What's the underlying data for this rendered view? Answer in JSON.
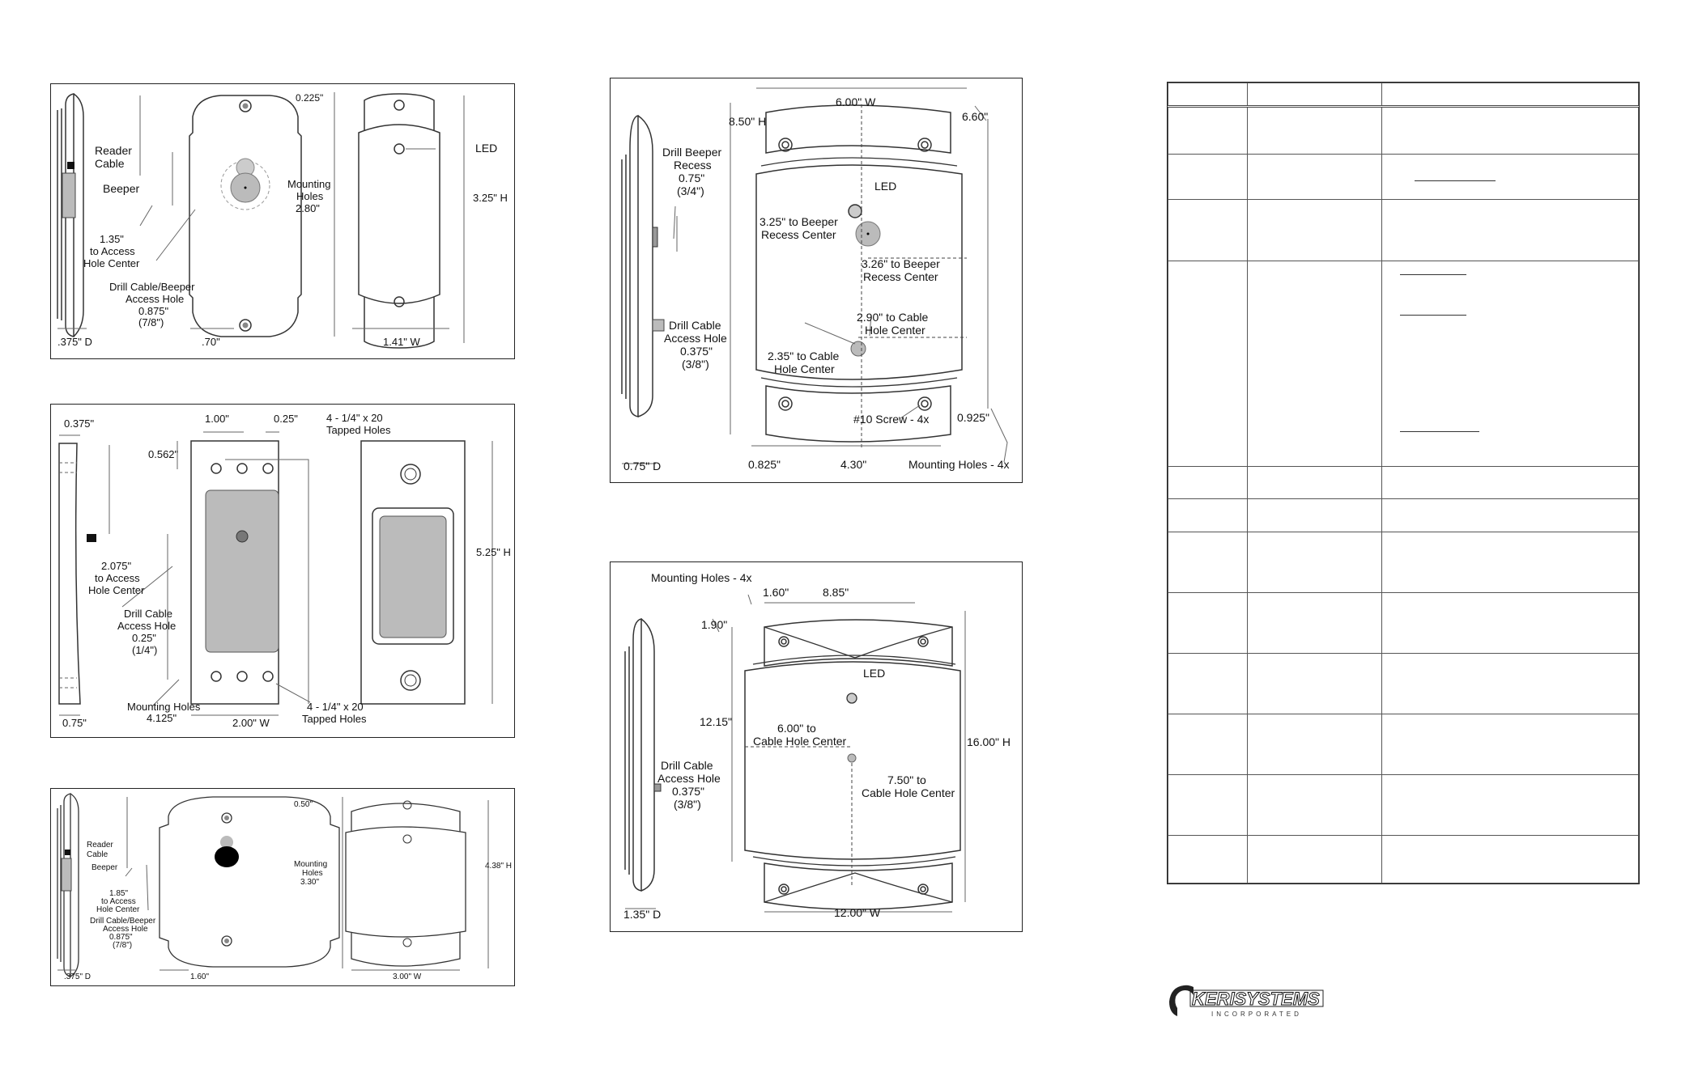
{
  "panel1": {
    "left_labels": [
      "Reader",
      "Cable",
      "Beeper",
      "1.35\"",
      "to Access",
      "Hole Center",
      "Drill Cable/Beeper",
      "Access Hole",
      "0.875\"",
      "(7/8\")"
    ],
    "top_dim": "0.225\"",
    "led": "LED",
    "mounting": [
      "Mounting",
      "Holes",
      "2.80\""
    ],
    "height": "3.25\" H",
    "depth": ".375\" D",
    "w1": ".70\"",
    "width": "1.41\" W"
  },
  "panel2": {
    "depth_top": "0.375\"",
    "dim_a": "1.00\"",
    "dim_b": "0.25\"",
    "tapped_top": [
      "4 - 1/4\" x 20",
      "Tapped Holes"
    ],
    "dim_c": "0.562\"",
    "access": [
      "2.075\"",
      "to Access",
      "Hole Center"
    ],
    "drill": [
      "Drill Cable",
      "Access Hole",
      "0.25\"",
      "(1/4\")"
    ],
    "height": "5.25\" H",
    "mounting": [
      "Mounting Holes",
      "4.125\""
    ],
    "width": "2.00\" W",
    "tapped_bottom": [
      "4 - 1/4\" x 20",
      "Tapped Holes"
    ],
    "depth_bottom": "0.75\""
  },
  "panel3": {
    "left_labels": [
      "Reader",
      "Cable",
      "Beeper",
      "1.85\"",
      "to Access",
      "Hole Center",
      "Drill Cable/Beeper",
      "Access Hole",
      "0.875\"",
      "(7/8\")"
    ],
    "top_dim": "0.50\"",
    "mounting": [
      "Mounting",
      "Holes",
      "3.30\""
    ],
    "height": "4.38\" H",
    "depth": ".375\" D",
    "w1": "1.60\"",
    "width": "3.00\" W"
  },
  "panel4": {
    "width_top": "6.00\" W",
    "height": "8.50\" H",
    "diag": "6.60\"",
    "beeper_recess": [
      "Drill Beeper",
      "Recess",
      "0.75\"",
      "(3/4\")"
    ],
    "led": "LED",
    "to_beeper": [
      "3.25\" to Beeper",
      "Recess Center"
    ],
    "to_beeper2": [
      "3.26\" to Beeper",
      "Recess Center"
    ],
    "to_cable": [
      "2.90\" to Cable",
      "Hole Center"
    ],
    "drill_cable": [
      "Drill Cable",
      "Access Hole",
      "0.375\"",
      "(3/8\")"
    ],
    "to_cable2": [
      "2.35\" to Cable",
      "Hole Center"
    ],
    "screw": "#10 Screw - 4x",
    "right_dim": "0.925\"",
    "depth": "0.75\" D",
    "w1": "0.825\"",
    "w2": "4.30\"",
    "mounting": "Mounting Holes - 4x"
  },
  "panel5": {
    "mounting": "Mounting Holes - 4x",
    "dim_a": "1.60\"",
    "dim_b": "8.85\"",
    "dim_c": "1.90\"",
    "led": "LED",
    "dim_d": "12.15\"",
    "to_cable": [
      "6.00\" to",
      "Cable Hole Center"
    ],
    "height": "16.00\" H",
    "drill": [
      "Drill Cable",
      "Access Hole",
      "0.375\"",
      "(3/8\")"
    ],
    "to_cable2": [
      "7.50\" to",
      "Cable Hole Center"
    ],
    "depth": "1.35\" D",
    "width": "12.00\" W"
  },
  "logo": {
    "name": "KERISYSTEMS",
    "sub": "INCORPORATED"
  }
}
